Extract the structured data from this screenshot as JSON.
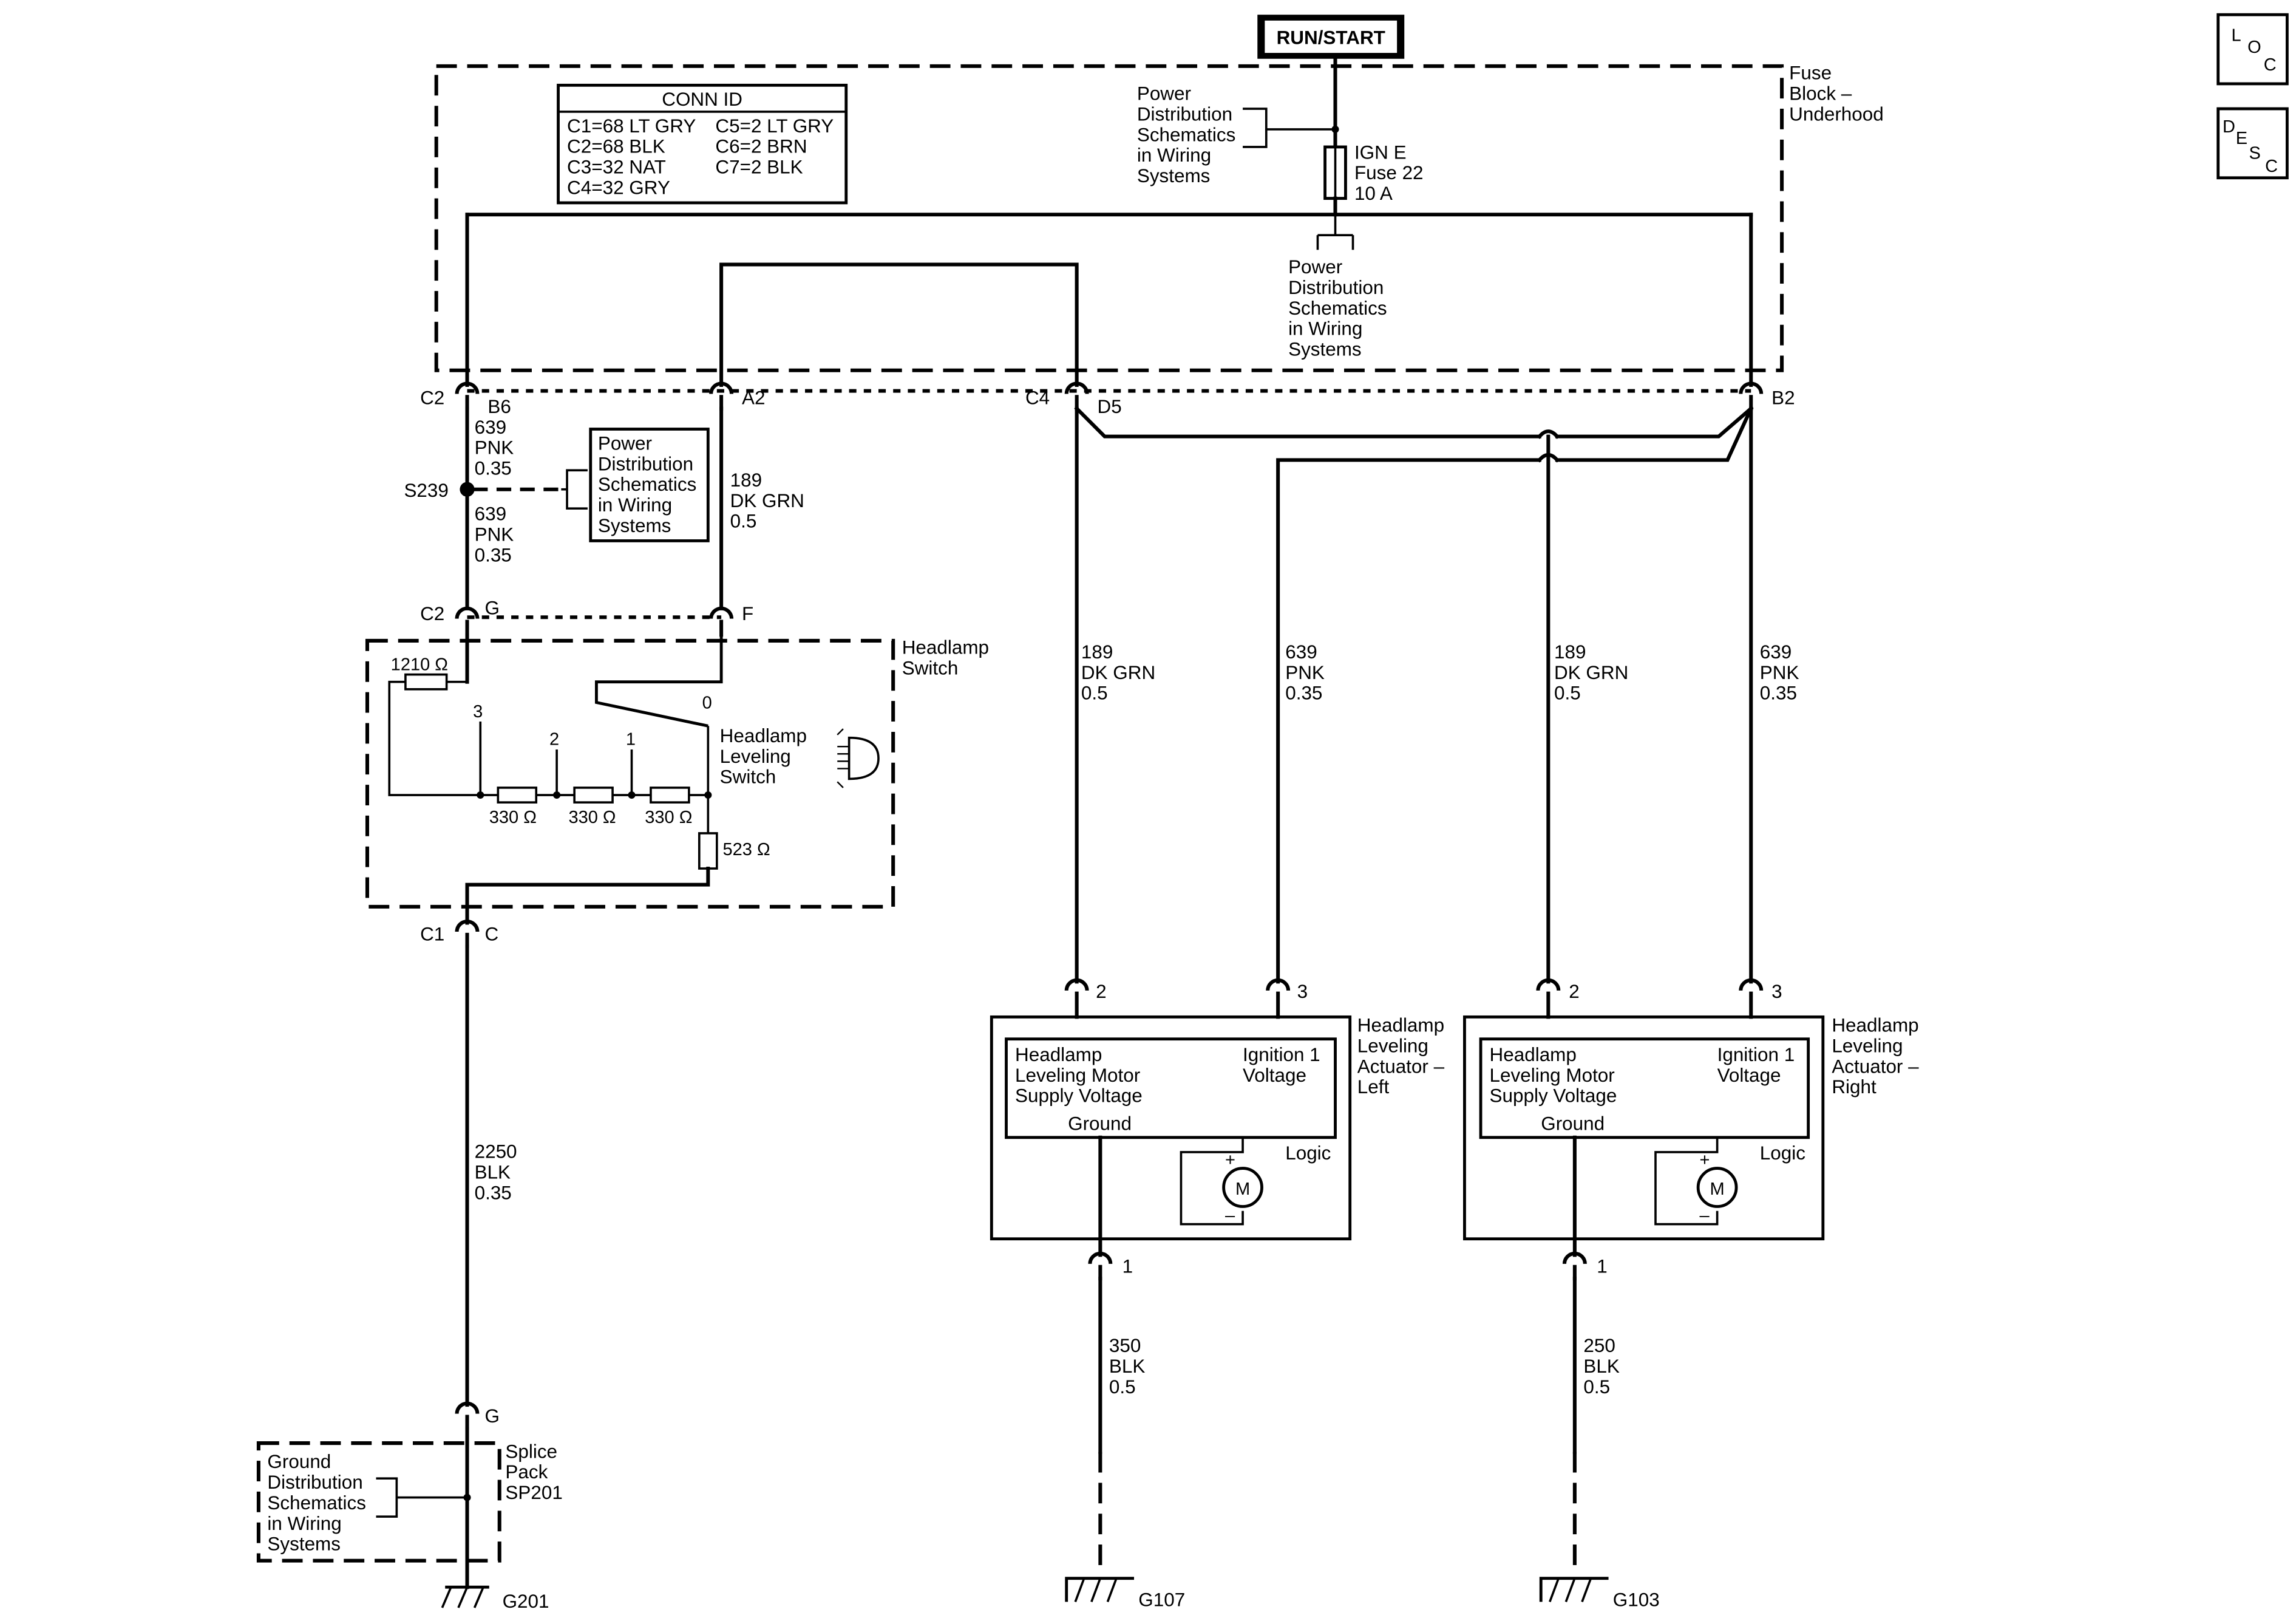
{
  "power_source": "RUN/START",
  "fuse_block": {
    "l1": "Fuse",
    "l2": "Block –",
    "l3": "Underhood"
  },
  "conn_id": {
    "title": "CONN ID",
    "left": [
      "C1=68 LT GRY",
      "C2=68 BLK",
      "C3=32 NAT",
      "C4=32 GRY"
    ],
    "right": [
      "C5=2 LT GRY",
      "C6=2 BRN",
      "C7=2 BLK"
    ]
  },
  "power_dist": [
    "Power",
    "Distribution",
    "Schematics",
    "in Wiring",
    "Systems"
  ],
  "ground_dist": [
    "Ground",
    "Distribution",
    "Schematics",
    "in Wiring",
    "Systems"
  ],
  "fuse": {
    "l1": "IGN E",
    "l2": "Fuse 22",
    "l3": "10 A"
  },
  "connectors": {
    "c2": "C2",
    "b6": "B6",
    "a2": "A2",
    "c4": "C4",
    "d5": "D5",
    "b2": "B2",
    "g": "G",
    "f": "F",
    "c1": "C1",
    "c": "C",
    "g2": "G",
    "s239": "S239"
  },
  "wires": {
    "w639a": [
      "639",
      "PNK",
      "0.35"
    ],
    "w639b": [
      "639",
      "PNK",
      "0.35"
    ],
    "w189a": [
      "189",
      "DK GRN",
      "0.5"
    ],
    "w189b": [
      "189",
      "DK GRN",
      "0.5"
    ],
    "w639c": [
      "639",
      "PNK",
      "0.35"
    ],
    "w189c": [
      "189",
      "DK GRN",
      "0.5"
    ],
    "w639d": [
      "639",
      "PNK",
      "0.35"
    ],
    "w2250": [
      "2250",
      "BLK",
      "0.35"
    ],
    "w350": [
      "350",
      "BLK",
      "0.5"
    ],
    "w250": [
      "250",
      "BLK",
      "0.5"
    ]
  },
  "headlamp_switch": {
    "name": [
      "Headlamp",
      "Switch"
    ],
    "leveling": [
      "Headlamp",
      "Leveling",
      "Switch"
    ],
    "r1210": "1210 Ω",
    "r330a": "330 Ω",
    "r330b": "330 Ω",
    "r330c": "330 Ω",
    "r523": "523 Ω",
    "pos0": "0",
    "pos1": "1",
    "pos2": "2",
    "pos3": "3"
  },
  "actuator_left": {
    "name": [
      "Headlamp",
      "Leveling",
      "Actuator –",
      "Left"
    ],
    "supply": [
      "Headlamp",
      "Leveling Motor",
      "Supply Voltage"
    ],
    "ign": [
      "Ignition 1",
      "Voltage"
    ],
    "ground": "Ground",
    "logic": "Logic",
    "motor": "M",
    "plus": "+",
    "minus": "–",
    "pin1": "1",
    "pin2": "2",
    "pin3": "3"
  },
  "actuator_right": {
    "name": [
      "Headlamp",
      "Leveling",
      "Actuator –",
      "Right"
    ],
    "supply": [
      "Headlamp",
      "Leveling Motor",
      "Supply Voltage"
    ],
    "ign": [
      "Ignition 1",
      "Voltage"
    ],
    "ground": "Ground",
    "logic": "Logic",
    "motor": "M",
    "plus": "+",
    "minus": "–",
    "pin1": "1",
    "pin2": "2",
    "pin3": "3"
  },
  "splice_pack": [
    "Splice",
    "Pack",
    "SP201"
  ],
  "grounds": {
    "g201": "G201",
    "g107": "G107",
    "g103": "G103"
  },
  "side_buttons": {
    "loc": {
      "a": "L",
      "b": "O",
      "c": "C"
    },
    "desc": {
      "a": "D",
      "b": "E",
      "c": "S",
      "d": "C"
    }
  }
}
